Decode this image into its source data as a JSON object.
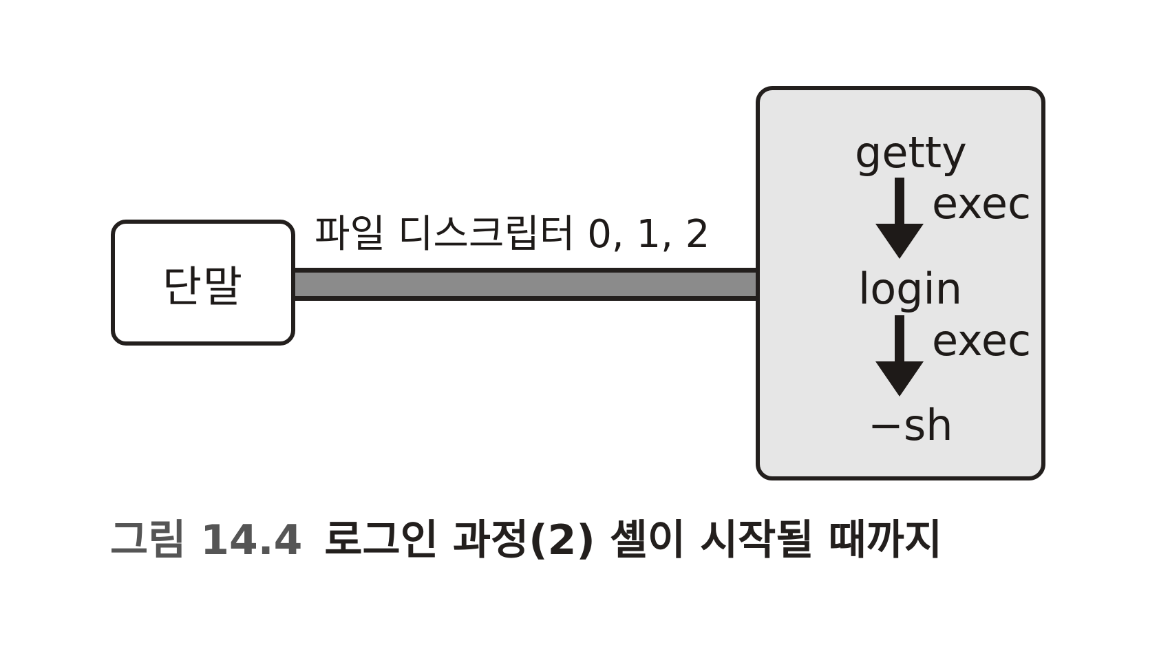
{
  "terminal": {
    "label": "단말"
  },
  "connection": {
    "label": "파일 디스크립터 0, 1, 2"
  },
  "process_chain": {
    "steps": [
      "getty",
      "login",
      "−sh"
    ],
    "transitions": [
      "exec",
      "exec"
    ]
  },
  "caption": {
    "number": "그림 14.4",
    "title": "로그인 과정(2) 셸이 시작될 때까지"
  }
}
